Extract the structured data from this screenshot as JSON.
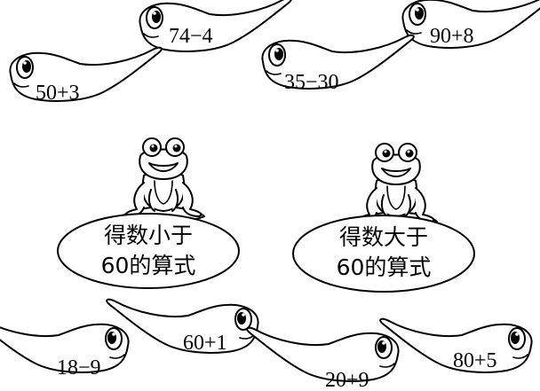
{
  "tadpoles_top": [
    {
      "expr": "74−4"
    },
    {
      "expr": "90+8"
    },
    {
      "expr": "50+3"
    },
    {
      "expr": "35−30"
    }
  ],
  "frogs": [
    {
      "line1": "得数小于",
      "line2": "60的算式"
    },
    {
      "line1": "得数大于",
      "line2": "60的算式"
    }
  ],
  "tadpoles_bottom": [
    {
      "expr": "18−9"
    },
    {
      "expr": "60+1"
    },
    {
      "expr": "20+9"
    },
    {
      "expr": "80+5"
    }
  ]
}
